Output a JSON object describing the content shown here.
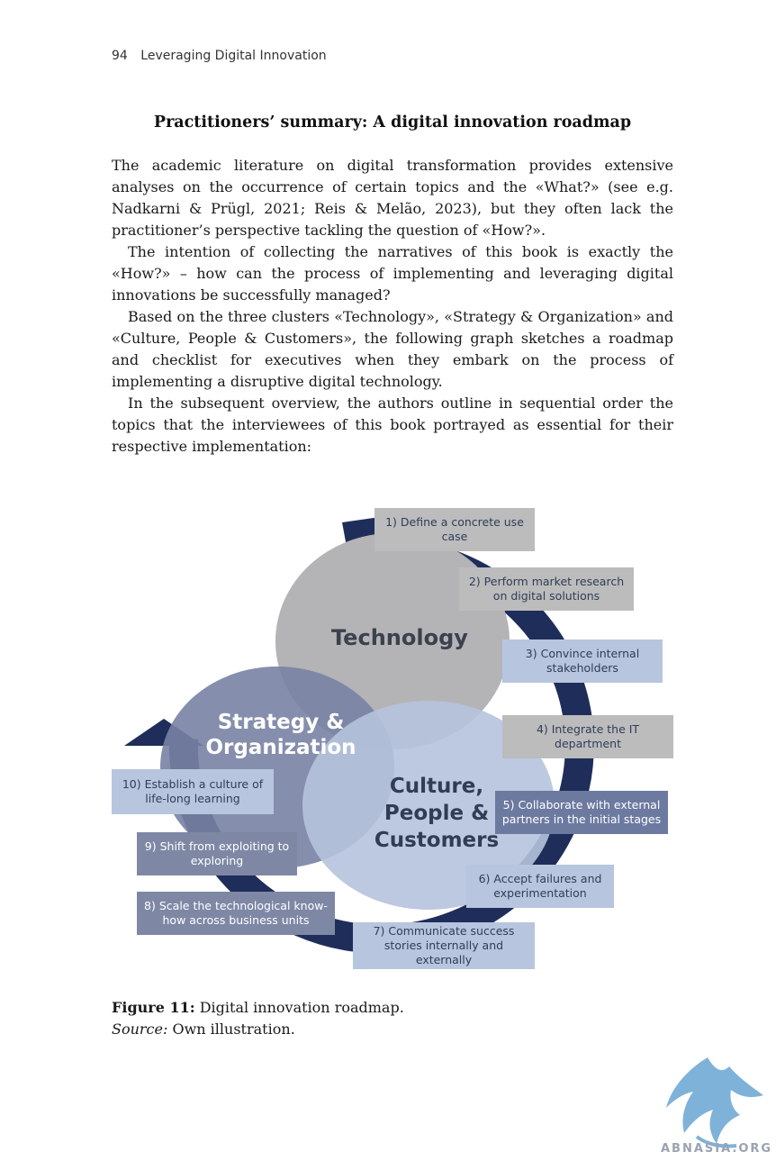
{
  "running_head": {
    "page_number": "94",
    "title": "Leveraging Digital Innovation"
  },
  "section_title": "Practitioners’ summary: A digital innovation roadmap",
  "paragraphs": [
    "The academic literature on digital transformation provides extensive analyses on the occurrence of certain topics and the «What?» (see e.g. Nadkarni & Prügl, 2021; Reis & Melão, 2023), but they often lack the practitioner’s perspective tackling the question of «How?».",
    "The intention of collecting the narratives of this book is exactly the «How?» – how can the process of implementing and leveraging digital innovations be successfully managed?",
    "Based on the three clusters «Technology», «Strategy & Organization» and «Culture, People & Customers», the following graph sketches a roadmap and checklist for executives when they embark on the process of implementing a disruptive digital technology.",
    "In the subsequent overview, the authors outline in sequential order the topics that the interviewees of this book portrayed as essential for their respective implementation:"
  ],
  "figure": {
    "clusters": {
      "technology": "Technology",
      "strategy_line1": "Strategy &",
      "strategy_line2": "Organization",
      "culture_line1": "Culture,",
      "culture_line2": "People &",
      "culture_line3": "Customers"
    },
    "steps": [
      "1) Define a concrete use case",
      "2) Perform market research on digital solutions",
      "3) Convince internal stakeholders",
      "4) Integrate the IT department",
      "5) Collaborate with external partners in the initial stages",
      "6) Accept failures and experimentation",
      "7) Communicate success stories internally and externally",
      "8) Scale the technological know-how across business units",
      "9) Shift from exploiting to exploring",
      "10) Establish a culture of life-long learning"
    ],
    "colors": {
      "ring": "#1f2d5a",
      "technology": "#b4b4b6",
      "strategy": "#7882a3",
      "culture": "#b6c3dd"
    }
  },
  "caption": {
    "label": "Figure 11:",
    "text": "Digital innovation roadmap.",
    "source_label": "Source:",
    "source_text": "Own illustration."
  },
  "watermark": {
    "text": "ABNASIA.ORG",
    "icon": "griffin-logo"
  }
}
